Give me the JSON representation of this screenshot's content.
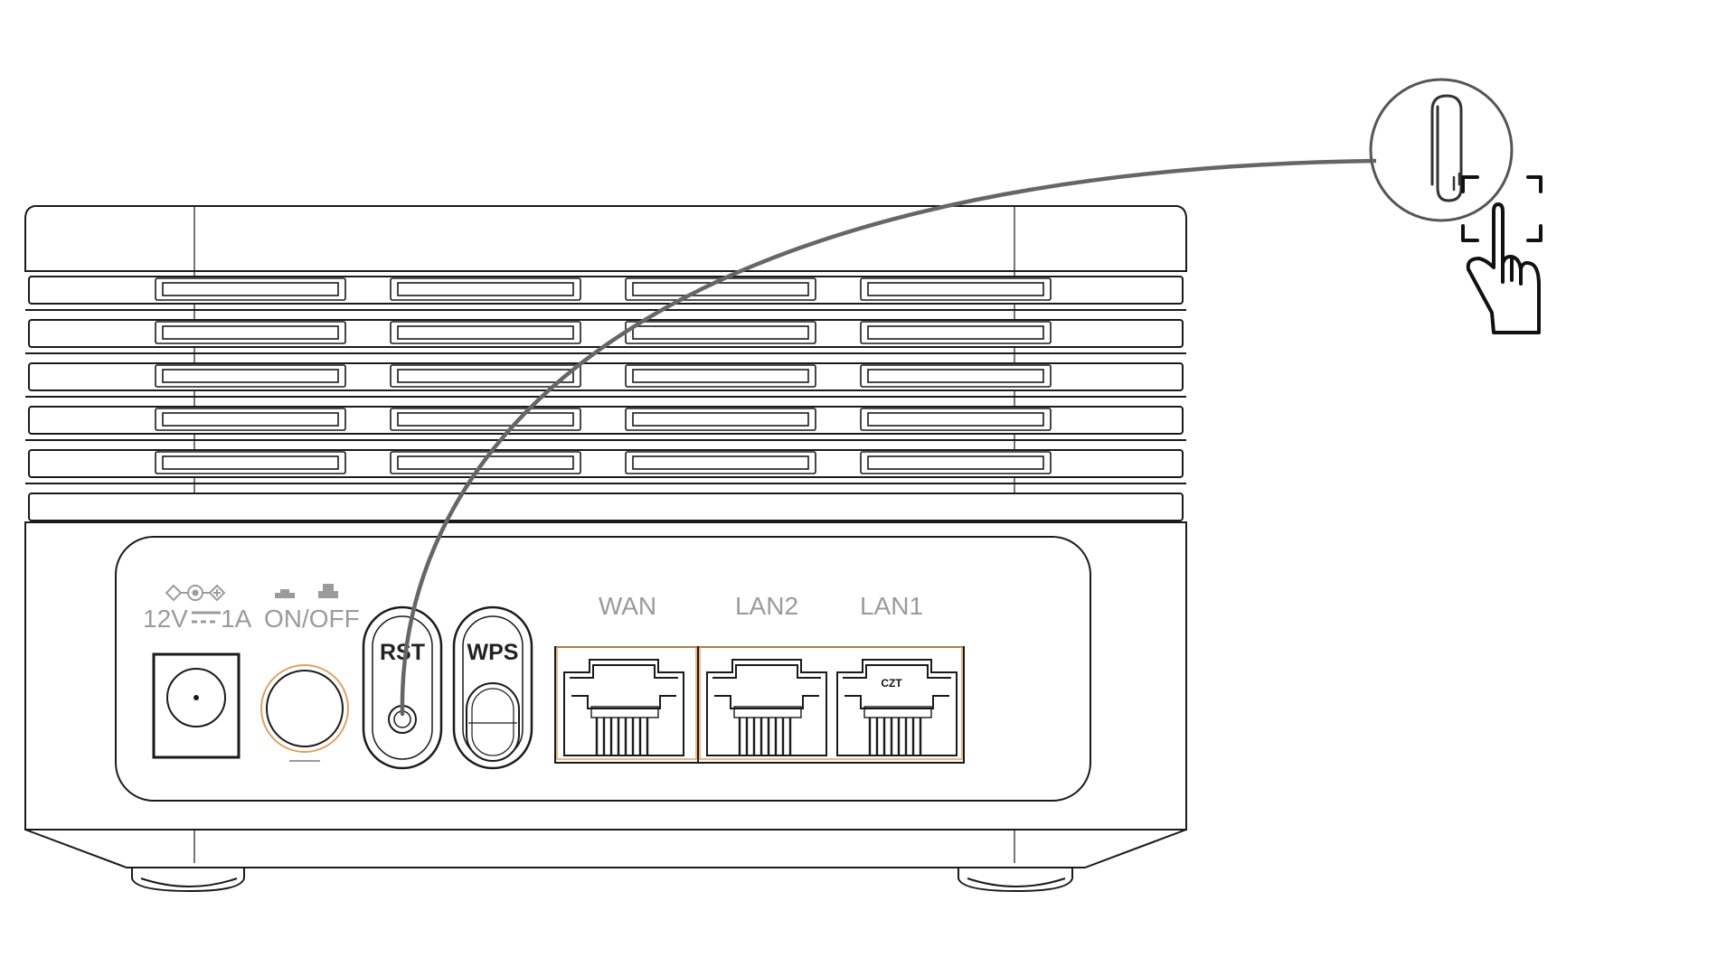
{
  "power": {
    "voltage_label": "12V",
    "current_label": "1A",
    "switch_label": "ON/OFF"
  },
  "buttons": {
    "reset_label": "RST",
    "wps_label": "WPS"
  },
  "ports": [
    {
      "label": "WAN"
    },
    {
      "label": "LAN2"
    },
    {
      "label": "LAN1"
    }
  ],
  "port_marking": "CZT",
  "callout": {
    "tool_icon": "paperclip-icon",
    "gesture_icon": "hand-press-icon",
    "line_color": "#666666"
  },
  "colors": {
    "outline": "#1a1a1a",
    "label_gray": "#9b9b9b",
    "port_highlight": "#e0a060"
  }
}
